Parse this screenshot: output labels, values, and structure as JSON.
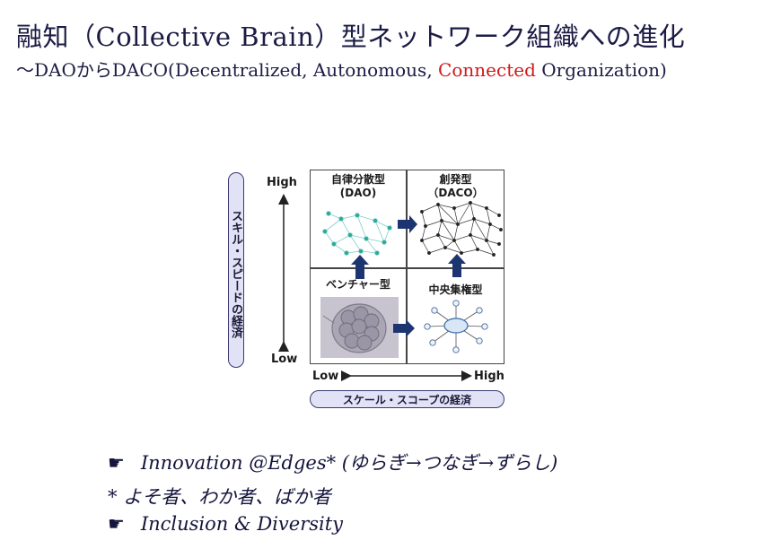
{
  "title": "融知（Collective  Brain）型ネットワーク組織への進化",
  "subtitle": {
    "prefix": "～DAOからDACO(Decentralized, Autonomous, ",
    "highlight": "Connected",
    "suffix": " Organization)"
  },
  "colors": {
    "highlight": "#d01818",
    "text": "#1b1b45",
    "arrow": "#1c3470",
    "node": "#2aa89a"
  },
  "diagram": {
    "y_axis_label": "スキル・スピードの経済",
    "x_axis_label": "スケール・スコープの経済",
    "y_high": "High",
    "y_low": "Low",
    "x_low": "Low",
    "x_high": "High",
    "quadrants": {
      "top_left": {
        "line1": "自律分散型",
        "line2": "(DAO)"
      },
      "top_right": {
        "line1": "創発型",
        "line2": "（DACO）"
      },
      "bottom_left": {
        "line1": "ベンチャー型"
      },
      "bottom_right": {
        "line1": "中央集権型"
      }
    }
  },
  "bullets": [
    {
      "mark": "☛",
      "text": "Innovation @Edges* (ゆらぎ→つなぎ→ずらし)"
    },
    {
      "mark": "",
      "text": "* よそ者、わか者、ばか者"
    },
    {
      "mark": "☛",
      "text": "Inclusion & Diversity"
    }
  ]
}
